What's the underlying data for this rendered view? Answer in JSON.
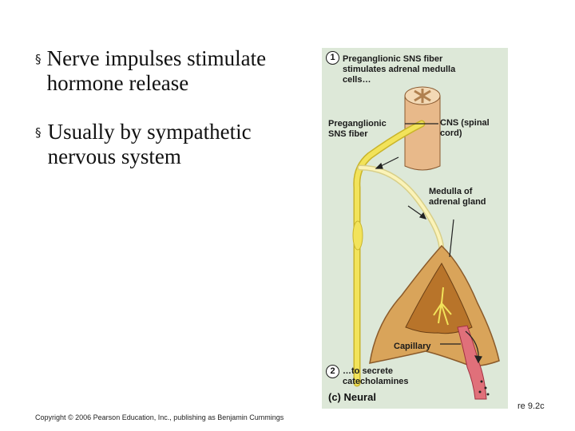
{
  "bullets": [
    {
      "marker": "§",
      "text": "Nerve impulses stimulate hormone release"
    },
    {
      "marker": "§",
      "text": "Usually by sympathetic nervous system"
    }
  ],
  "figure": {
    "step1_number": "1",
    "step1_text": "Preganglionic SNS fiber stimulates adrenal medulla cells…",
    "label_fiber": "Preganglionic SNS fiber",
    "label_cns": "CNS (spinal cord)",
    "label_medulla": "Medulla of adrenal gland",
    "label_capillary": "Capillary",
    "step2_number": "2",
    "step2_text": "…to secrete catecholamines",
    "panel_label": "(c) Neural"
  },
  "footer": {
    "copyright": "Copyright © 2006 Pearson Education, Inc., publishing as Benjamin Cummings",
    "figure_ref": "re 9.2c"
  },
  "colors": {
    "figure_bg": "#dde8d8",
    "nerve_yellow": "#f2e35a",
    "gland_tan": "#d9a45a",
    "medulla_brown": "#b8742a",
    "capillary_red": "#e0707a"
  }
}
